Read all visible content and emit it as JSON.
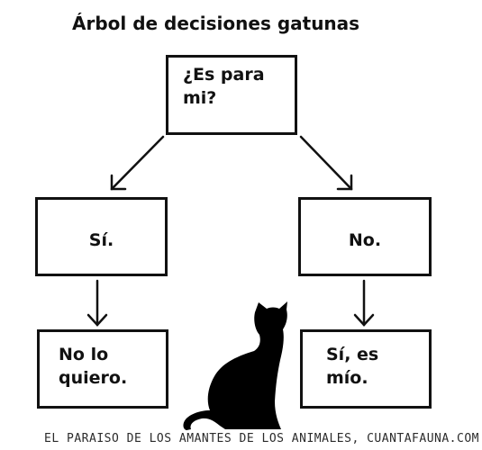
{
  "title": "Árbol de decisiones gatunas",
  "nodes": {
    "root": "¿Es para mi?",
    "yes": "Sí.",
    "no": "No.",
    "yes_result": "No lo quiero.",
    "no_result": "Sí, es mío."
  },
  "footer": {
    "slogan": "El paraiso de los amantes de los animales",
    "site": "cuantafauna.com"
  },
  "icons": [
    "cat-silhouette"
  ],
  "colors": {
    "ink": "#111111",
    "background": "#ffffff"
  }
}
